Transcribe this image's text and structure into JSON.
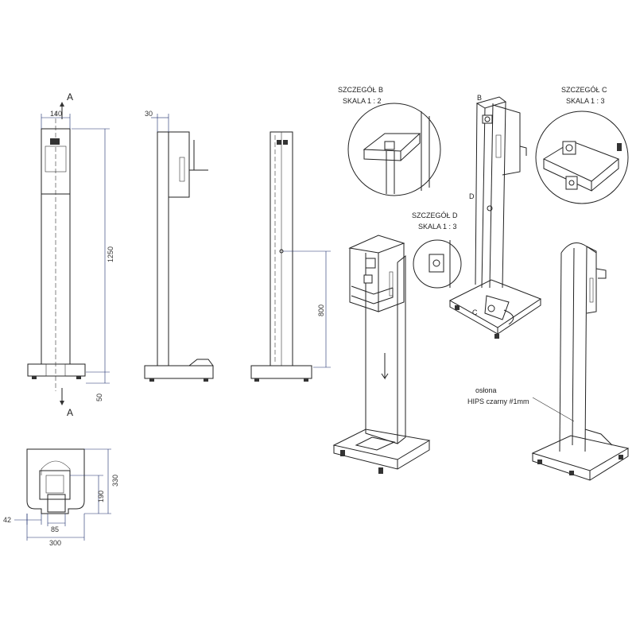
{
  "dimensions": {
    "d140": "140",
    "d30": "30",
    "d1250": "1250",
    "d800": "800",
    "d50": "50",
    "d330": "330",
    "d190": "190",
    "d42": "42",
    "d85": "85",
    "d300": "300"
  },
  "section_labels": {
    "a_top": "A",
    "a_bottom": "A"
  },
  "details": {
    "b_title": "SZCZEGÓŁ B",
    "b_scale": "SKALA 1 : 2",
    "c_title": "SZCZEGÓŁ C",
    "c_scale": "SKALA 1 : 3",
    "d_title": "SZCZEGÓŁ D",
    "d_scale": "SKALA 1 : 3"
  },
  "markers": {
    "b": "B",
    "c": "C",
    "d": "D"
  },
  "note": {
    "line1": "osłona",
    "line2": "HIPS czarny #1mm"
  }
}
